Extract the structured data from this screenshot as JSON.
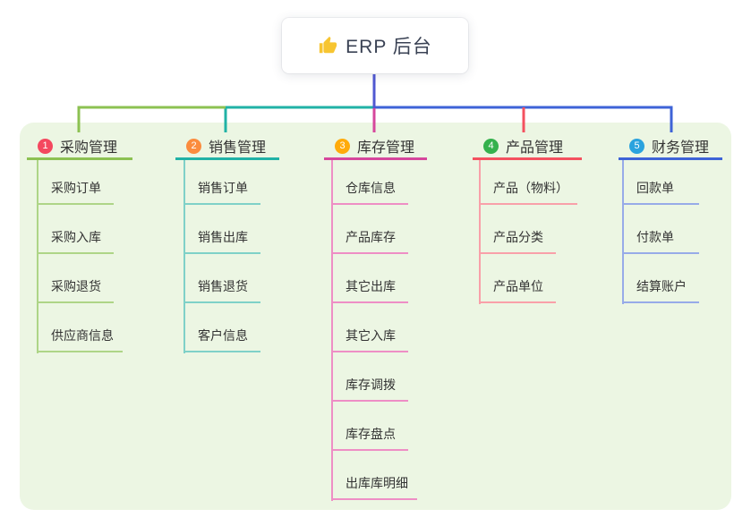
{
  "root": {
    "label": "ERP 后台",
    "icon": "thumbs-up-icon",
    "stem_color": "#5058d2"
  },
  "canvas": {
    "bg": "#ffffff",
    "panel_bg": "#ecf6e3"
  },
  "branches": [
    {
      "badge": "1",
      "badge_color": "#f4485f",
      "label": "采购管理",
      "line_color": "#8cc152",
      "child_line_color": "#aed587",
      "children": [
        "采购订单",
        "采购入库",
        "采购退货",
        "供应商信息"
      ]
    },
    {
      "badge": "2",
      "badge_color": "#fb8c3e",
      "label": "销售管理",
      "line_color": "#21b2a6",
      "child_line_color": "#7fd1c8",
      "children": [
        "销售订单",
        "销售出库",
        "销售退货",
        "客户信息"
      ]
    },
    {
      "badge": "3",
      "badge_color": "#ffab0a",
      "label": "库存管理",
      "line_color": "#d6479c",
      "child_line_color": "#ee8ec5",
      "children": [
        "仓库信息",
        "产品库存",
        "其它出库",
        "其它入库",
        "库存调拨",
        "库存盘点",
        "出库库明细"
      ]
    },
    {
      "badge": "4",
      "badge_color": "#35b14d",
      "label": "产品管理",
      "line_color": "#f4515f",
      "child_line_color": "#f9a0a9",
      "children": [
        "产品（物料）",
        "产品分类",
        "产品单位"
      ]
    },
    {
      "badge": "5",
      "badge_color": "#2ba3de",
      "label": "财务管理",
      "line_color": "#3e63d7",
      "child_line_color": "#97abe8",
      "children": [
        "回款单",
        "付款单",
        "结算账户"
      ]
    }
  ]
}
